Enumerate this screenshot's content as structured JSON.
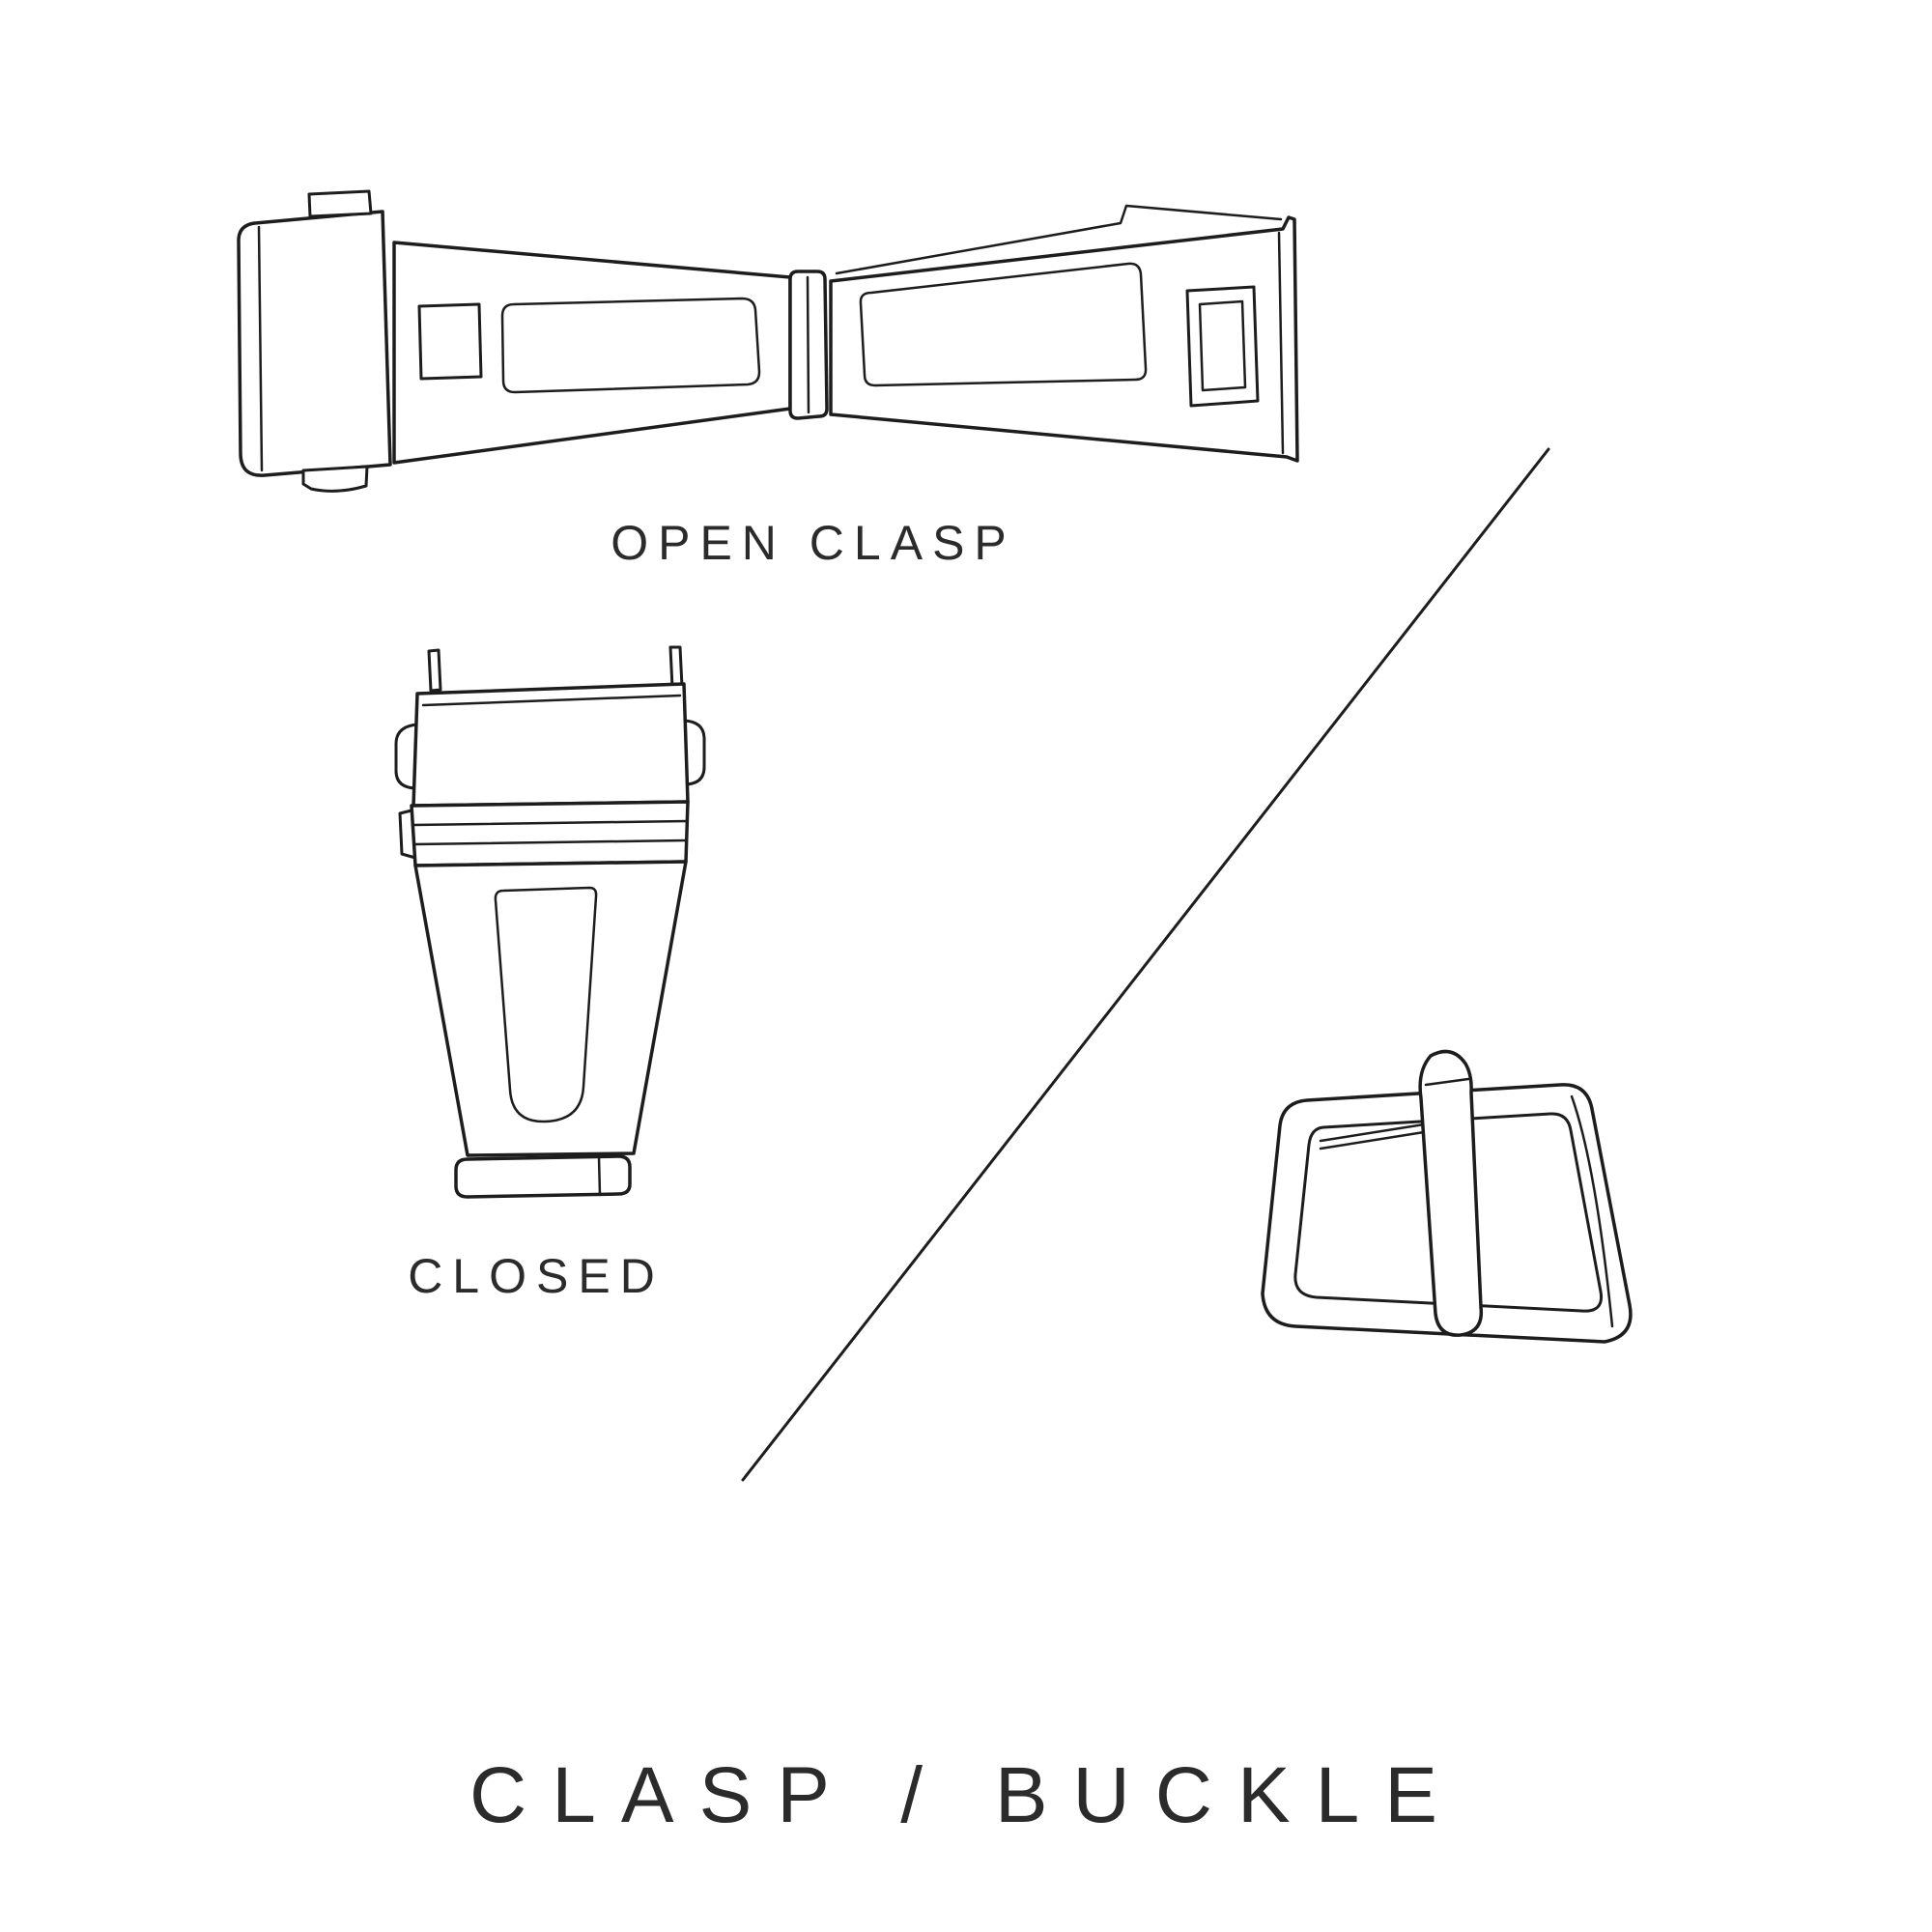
{
  "page": {
    "background": "#ffffff",
    "line_color": "#1d1d1d",
    "text_color": "#2b2b2b",
    "title": "CLASP / BUCKLE"
  },
  "labels": {
    "open_clasp": "OPEN CLASP",
    "closed": "CLOSED"
  },
  "illustrations": {
    "open_clasp": "open deployant watch clasp, line drawing",
    "closed_clasp": "closed watch clasp, line drawing",
    "buckle": "watch tang buckle, line drawing",
    "divider": "diagonal divider line"
  }
}
